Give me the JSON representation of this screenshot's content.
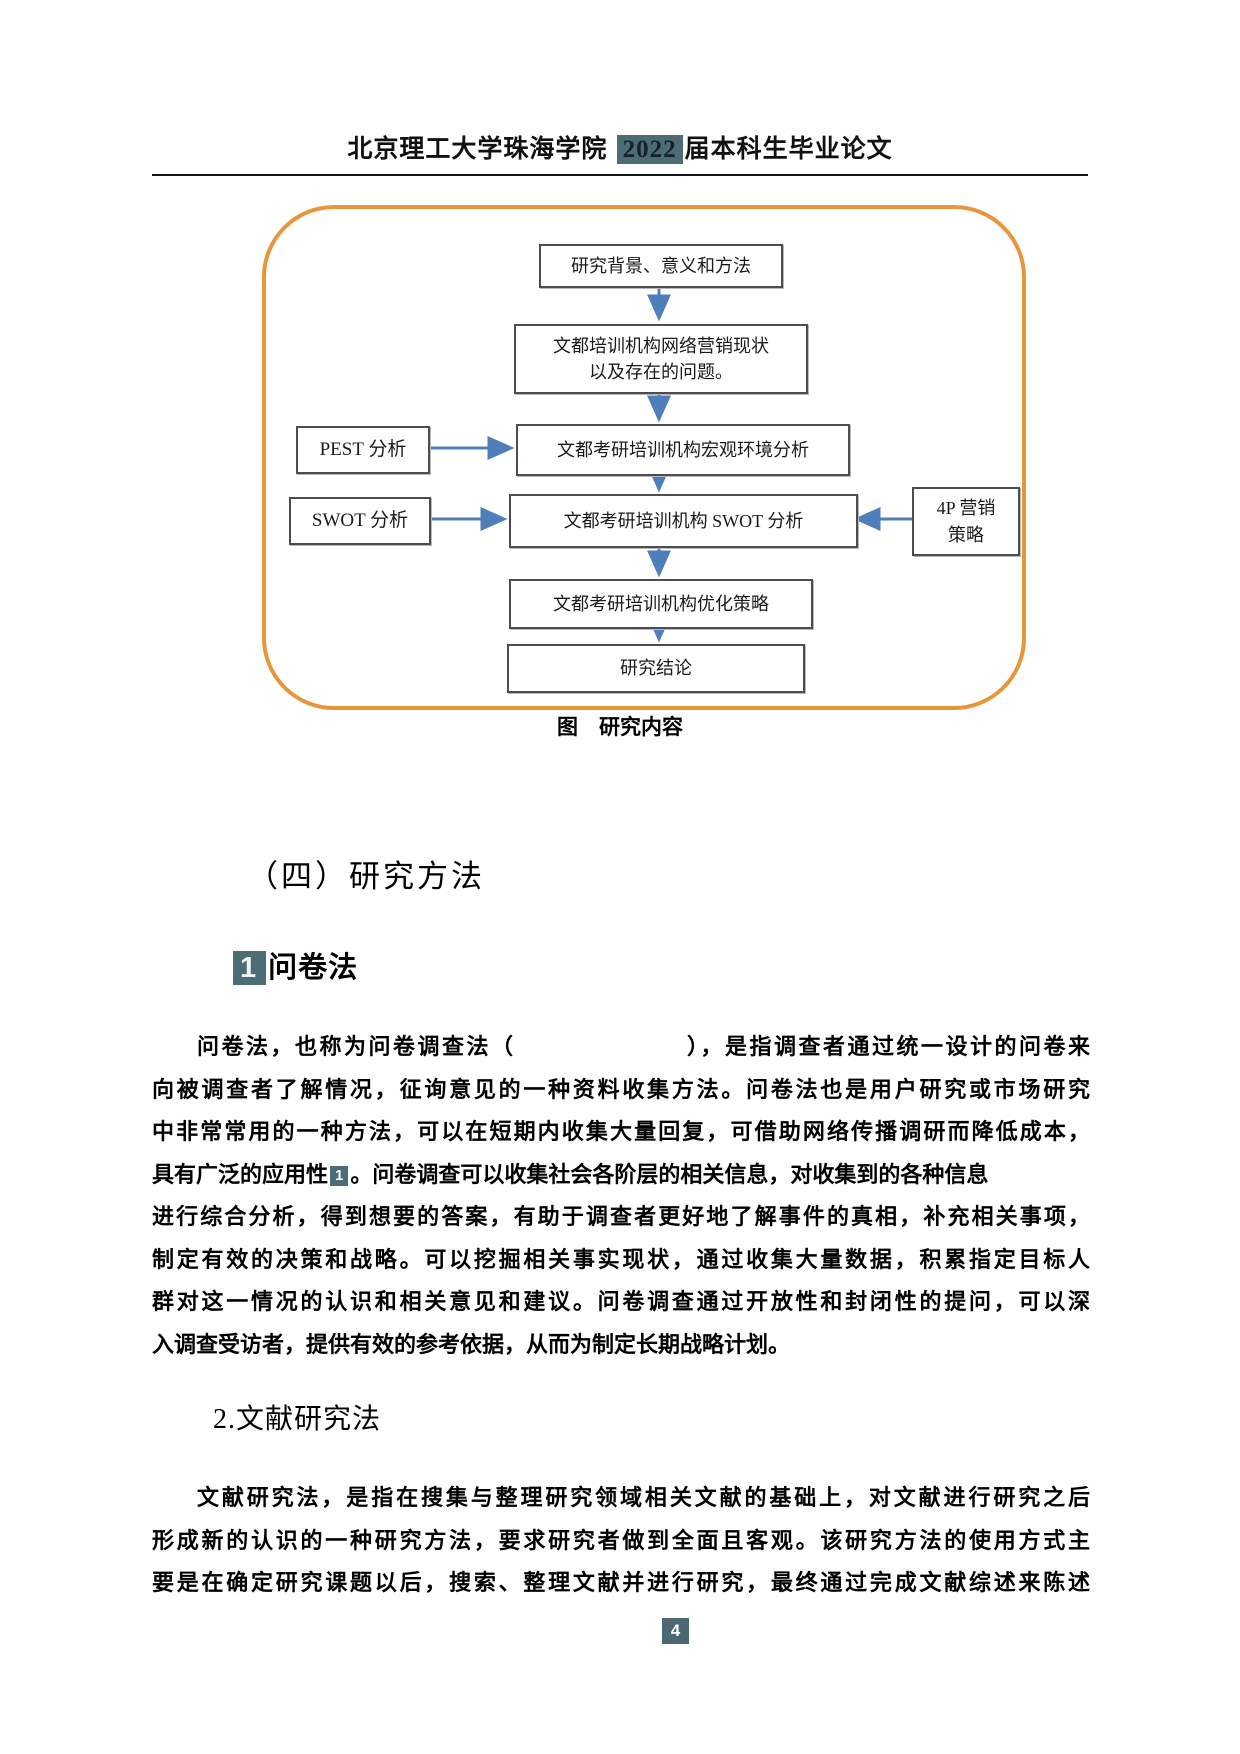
{
  "colors": {
    "highlight_teal": "#4E6C76",
    "frame_orange": "#E8953C",
    "arrow_blue": "#4E7FBA",
    "page_badge_teal": "#4A6772"
  },
  "header": {
    "title_prefix": "北京理工大学珠海学院 ",
    "redacted_year": "2022",
    "title_suffix": "届本科生毕业论文"
  },
  "flowchart": {
    "caption": "图　研究内容",
    "nodes": {
      "background": "研究背景、意义和方法",
      "status_line1": "文都培训机构网络营销现状",
      "status_line2": "以及存在的问题。",
      "pest": "PEST 分析",
      "macro": "文都考研培训机构宏观环境分析",
      "swot": "SWOT 分析",
      "swot_main": "文都考研培训机构 SWOT 分析",
      "fourp_line1": "4P 营销",
      "fourp_line2": "策略",
      "optimize": "文都考研培训机构优化策略",
      "conclusion": "研究结论"
    }
  },
  "sections": {
    "method_heading": "（四）研究方法",
    "questionnaire_num": "1",
    "questionnaire_label": "问卷法",
    "literature_heading": "2.文献研究法"
  },
  "paragraph_questionnaire": {
    "line1": "问卷法，也称为问卷调查法（　　　　　　　），是指调查者通过统一设计的问卷来",
    "line2": "向被调查者了解情况，征询意见的一种资料收集方法。问卷法也是用户研究或市场研究",
    "line3": "中非常常用的一种方法，可以在短期内收集大量回复，可借助网络传播调研而降低成本，",
    "line4_before": "具有广泛的应用性",
    "line4_citation": "1",
    "line4_after": "。问卷调查可以收集社会各阶层的相关信息，对收集到的各种信息",
    "line5": "进行综合分析，得到想要的答案，有助于调查者更好地了解事件的真相，补充相关事项，",
    "line6": "制定有效的决策和战略。可以挖掘相关事实现状，通过收集大量数据，积累指定目标人",
    "line7": "群对这一情况的认识和相关意见和建议。问卷调查通过开放性和封闭性的提问，可以深",
    "line8": "入调查受访者，提供有效的参考依据，从而为制定长期战略计划。"
  },
  "paragraph_literature": {
    "line1": "文献研究法，是指在搜集与整理研究领域相关文献的基础上，对文献进行研究之后",
    "line2": "形成新的认识的一种研究方法，要求研究者做到全面且客观。该研究方法的使用方式主",
    "line3": "要是在确定研究课题以后，搜索、整理文献并进行研究，最终通过完成文献综述来陈述"
  },
  "footer": {
    "page_number": "4"
  }
}
